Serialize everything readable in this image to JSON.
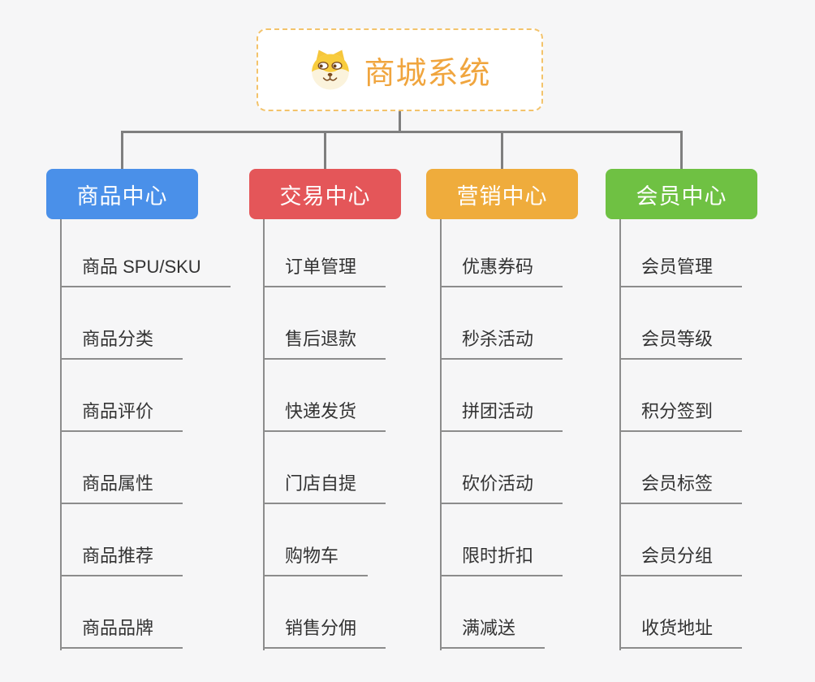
{
  "root": {
    "title": "商城系统",
    "icon": "shiba-dog-icon"
  },
  "branches": [
    {
      "id": "product-center",
      "label": "商品中心",
      "color": "#4A90E9",
      "children": [
        "商品 SPU/SKU",
        "商品分类",
        "商品评价",
        "商品属性",
        "商品推荐",
        "商品品牌"
      ]
    },
    {
      "id": "trade-center",
      "label": "交易中心",
      "color": "#E45659",
      "children": [
        "订单管理",
        "售后退款",
        "快递发货",
        "门店自提",
        "购物车",
        "销售分佣"
      ]
    },
    {
      "id": "marketing-center",
      "label": "营销中心",
      "color": "#EFAC3C",
      "children": [
        "优惠券码",
        "秒杀活动",
        "拼团活动",
        "砍价活动",
        "限时折扣",
        "满减送"
      ]
    },
    {
      "id": "member-center",
      "label": "会员中心",
      "color": "#6FC143",
      "children": [
        "会员管理",
        "会员等级",
        "积分签到",
        "会员标签",
        "会员分组",
        "收货地址"
      ]
    }
  ],
  "colors": {
    "background": "#F6F6F7",
    "root_title": "#F0A53E",
    "root_border": "#F3C36B",
    "connector": "#7F7F7F",
    "underline": "#8C8C8C",
    "child_text": "#333333"
  }
}
